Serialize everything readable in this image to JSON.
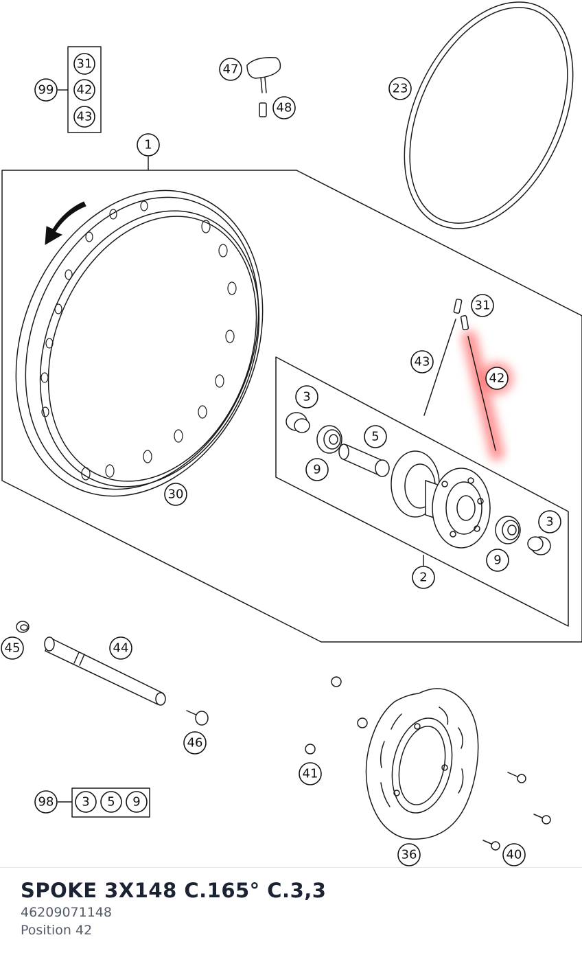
{
  "diagram": {
    "callouts": {
      "c99": "99",
      "c31a": "31",
      "c42a": "42",
      "c43a": "43",
      "c47": "47",
      "c48": "48",
      "c23": "23",
      "c1": "1",
      "c30": "30",
      "c31b": "31",
      "c43b": "43",
      "c42b": "42",
      "c3a": "3",
      "c5": "5",
      "c9a": "9",
      "c3b": "3",
      "c9b": "9",
      "c2": "2",
      "c45": "45",
      "c44": "44",
      "c46": "46",
      "c41": "41",
      "c98": "98",
      "c3c": "3",
      "c5b": "5",
      "c9c": "9",
      "c36": "36",
      "c40": "40"
    },
    "highlight_color": "#ff3b3b",
    "rotation_arrow_icon": "rotation-arrow-icon"
  },
  "part": {
    "name": "SPOKE 3X148 C.165° C.3,3",
    "number": "46209071148",
    "position": "Position 42"
  }
}
